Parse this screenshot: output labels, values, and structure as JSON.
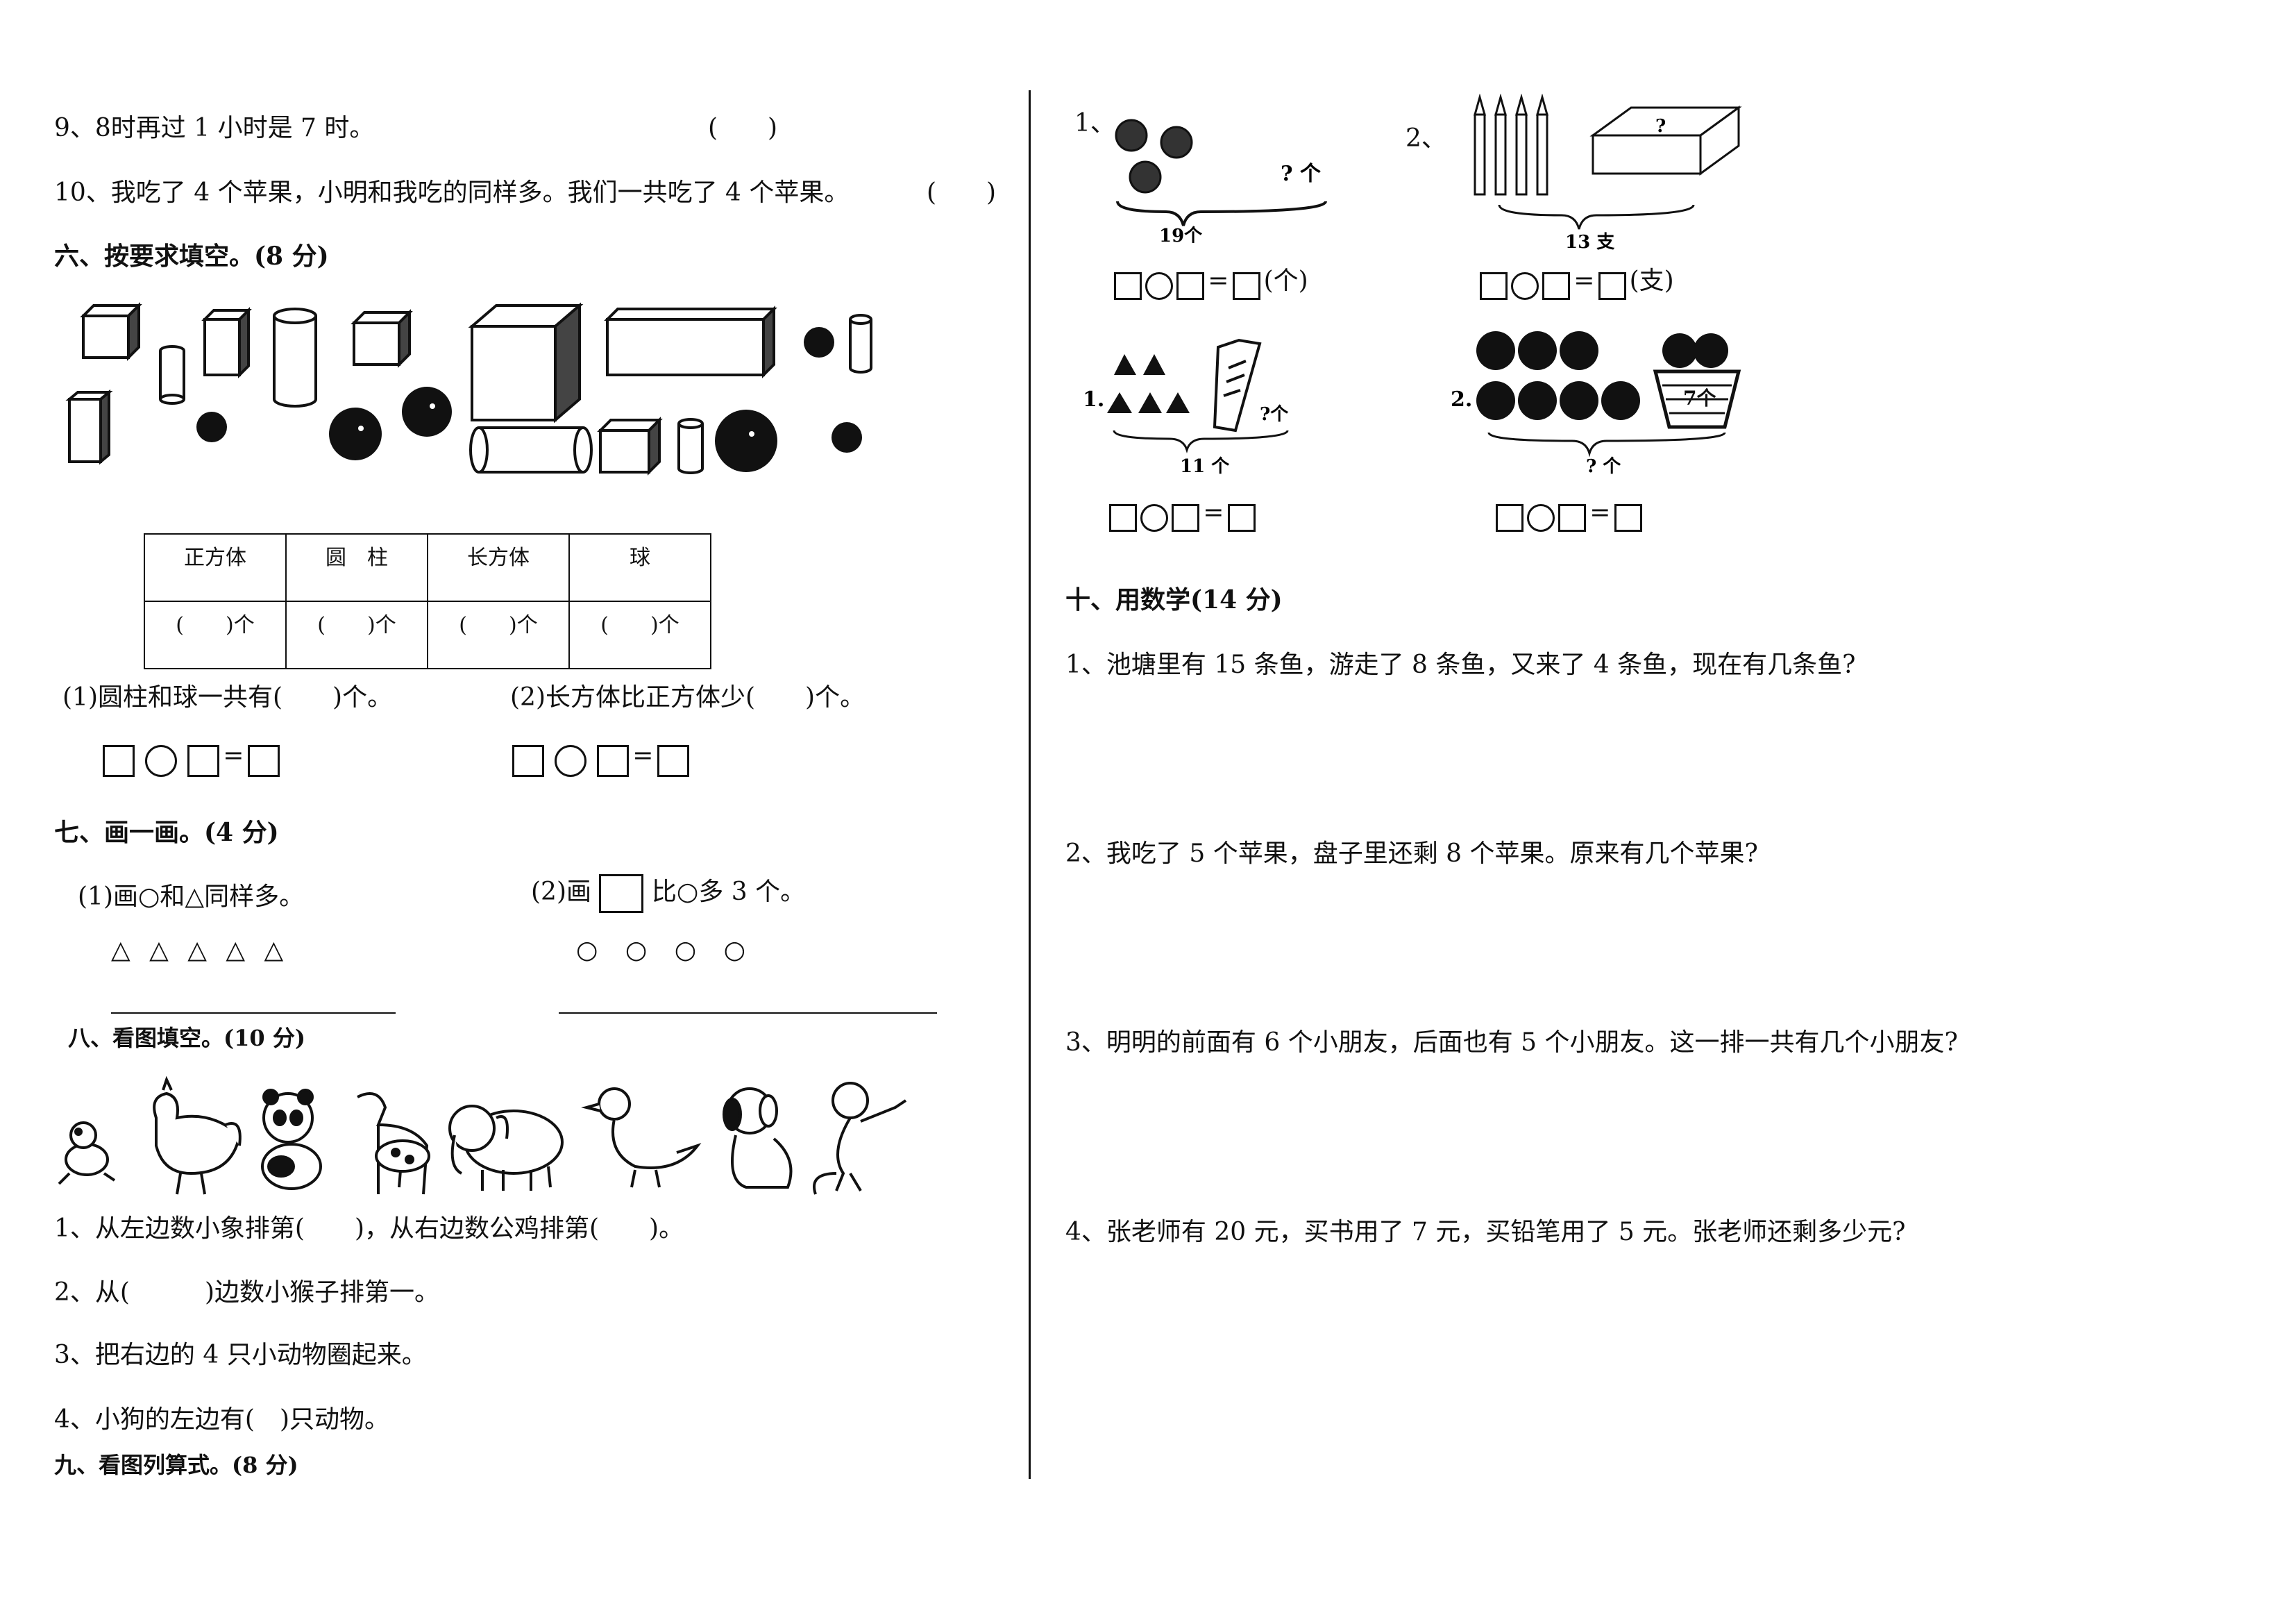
{
  "left": {
    "q9": "9、8时再过 1 小时是 7 时。",
    "q9_paren": "(　　)",
    "q10": "10、我吃了 4 个苹果，小明和我吃的同样多。我们一共吃了 4 个苹果。",
    "q10_paren": "(　　)",
    "sec6_title": "六、按要求填空。(8 分)",
    "table_headers": [
      "正方体",
      "圆　柱",
      "长方体",
      "球"
    ],
    "table_blanks": [
      "(　　)个",
      "(　　)个",
      "(　　)个",
      "(　　)个"
    ],
    "sec6_q1": "(1)圆柱和球一共有(　　)个。",
    "sec6_q2": "(2)长方体比正方体少(　　)个。",
    "equals": "=",
    "sec7_title": "七、画一画。(4 分)",
    "sec7_q1": "(1)画○和△同样多。",
    "sec7_q2_a": "(2)画",
    "sec7_q2_b": "比○多 3 个。",
    "triangles": "△ △ △ △ △",
    "circles": "○ ○ ○ ○",
    "sec8_title": "八、看图填空。(10 分)",
    "sec8_q1": "1、从左边数小象排第(　　)，从右边数公鸡排第(　　)。",
    "sec8_q2": "2、从(　　　)边数小猴子排第一。",
    "sec8_q3": "3、把右边的 4 只小动物圈起来。",
    "sec8_q4": "4、小狗的左边有(　)只动物。",
    "sec9_title": "九、看图列算式。(8 分)"
  },
  "right": {
    "fig1_label": "1、",
    "fig1_q": "? 个",
    "fig1_total": "19个",
    "fig1_unit": "(个)",
    "fig2_label": "2、",
    "fig2_q": "?",
    "fig2_total": "13 支",
    "fig2_unit": "(支)",
    "fig3_label": "1.",
    "fig3_q": "?个",
    "fig3_total": "11 个",
    "fig4_label": "2.",
    "fig4_basket": "7个",
    "fig4_total": "? 个",
    "sec10_title": "十、用数学(14 分)",
    "sec10_q1": "1、池塘里有 15 条鱼，游走了 8 条鱼，又来了 4 条鱼，现在有几条鱼?",
    "sec10_q2": "2、我吃了 5 个苹果，盘子里还剩 8 个苹果。原来有几个苹果?",
    "sec10_q3": "3、明明的前面有 6 个小朋友，后面也有 5 个小朋友。这一排一共有几个小朋友?",
    "sec10_q4": "4、张老师有 20 元，买书用了 7 元，买铅笔用了 5 元。张老师还剩多少元?"
  }
}
